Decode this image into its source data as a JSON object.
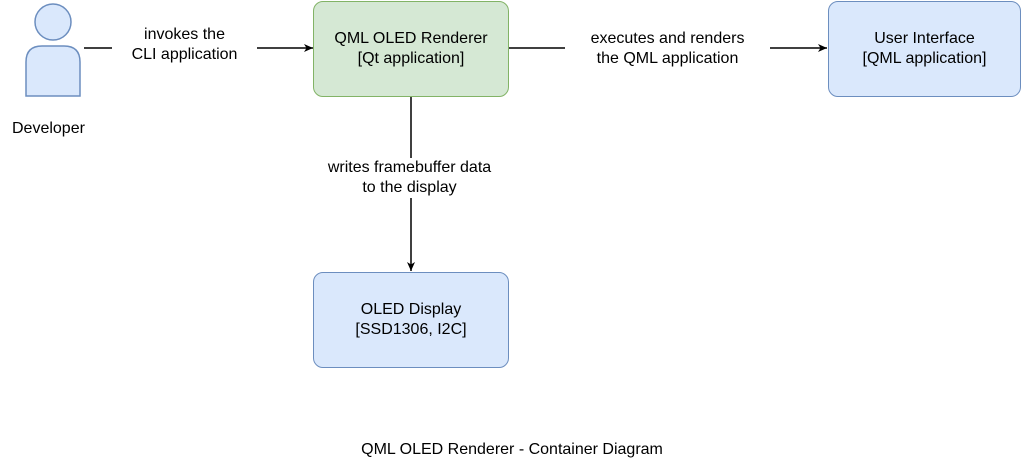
{
  "actor": {
    "label": "Developer"
  },
  "nodes": {
    "renderer": {
      "title": "QML OLED Renderer",
      "subtitle": "[Qt application]"
    },
    "user_interface": {
      "title": "User Interface",
      "subtitle": "[QML application]"
    },
    "oled_display": {
      "title": "OLED Display",
      "subtitle": "[SSD1306, I2C]"
    }
  },
  "edges": {
    "invokes": {
      "line1": "invokes the",
      "line2": "CLI application"
    },
    "executes": {
      "line1": "executes and renders",
      "line2": "the QML application"
    },
    "writes": {
      "line1": "writes framebuffer data",
      "line2": "to the display"
    }
  },
  "caption": "QML OLED Renderer - Container Diagram",
  "colors": {
    "green_fill": "#d5e8d4",
    "green_stroke": "#82b366",
    "blue_fill": "#dae8fc",
    "blue_stroke": "#6c8ebf"
  }
}
